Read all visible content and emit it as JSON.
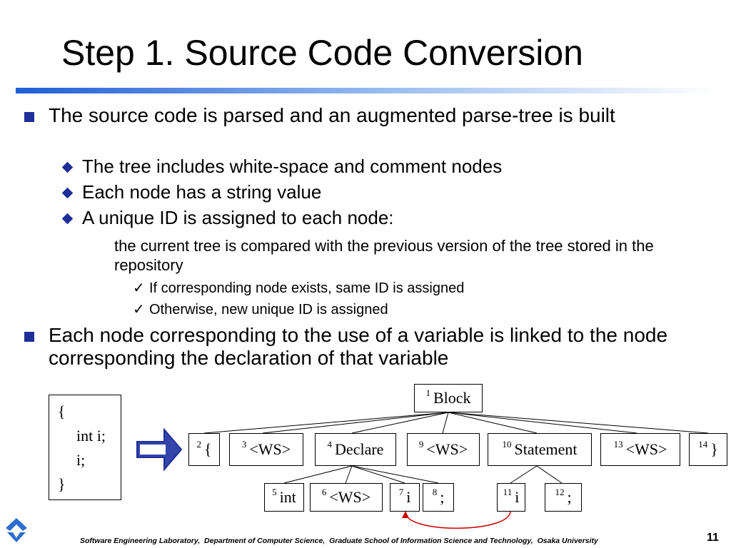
{
  "slide": {
    "title": "Step 1. Source Code Conversion",
    "bullets": {
      "b1": "The source code is parsed and an augmented parse-tree is built",
      "b1_1": "The tree includes white-space and comment nodes",
      "b1_2": "Each node has a string value",
      "b1_3": "A unique ID is assigned to each node:",
      "b1_3_text": "the current tree is compared with the previous version of the tree stored in the repository",
      "b1_3_a": "If corresponding node exists, same ID is assigned",
      "b1_3_b": "Otherwise, new unique ID is assigned",
      "b2": "Each node corresponding to the use of a variable is linked to the node corresponding the declaration of that variable"
    },
    "check_glyph": "✓"
  },
  "code": {
    "line1": "{",
    "line2": "int i;",
    "line3": "i;",
    "line4": "}"
  },
  "tree": {
    "root": {
      "id": "1",
      "label": "Block"
    },
    "level1": [
      {
        "id": "2",
        "label": "{"
      },
      {
        "id": "3",
        "label": "<WS>"
      },
      {
        "id": "4",
        "label": "Declare"
      },
      {
        "id": "9",
        "label": "<WS>"
      },
      {
        "id": "10",
        "label": "Statement"
      },
      {
        "id": "13",
        "label": "<WS>"
      },
      {
        "id": "14",
        "label": "}"
      }
    ],
    "level2": [
      {
        "id": "5",
        "label": "int"
      },
      {
        "id": "6",
        "label": "<WS>"
      },
      {
        "id": "7",
        "label": "i"
      },
      {
        "id": "8",
        "label": ";"
      },
      {
        "id": "11",
        "label": "i"
      },
      {
        "id": "12",
        "label": ";"
      }
    ]
  },
  "footer": {
    "text": "Software Engineering Laboratory,  Department of Computer Science,  Graduate School of Information Science and Technology,  Osaka University",
    "page": "11"
  },
  "colors": {
    "accent": "#1f2f99",
    "arrow": "#3344aa",
    "link": "#cc0000"
  }
}
